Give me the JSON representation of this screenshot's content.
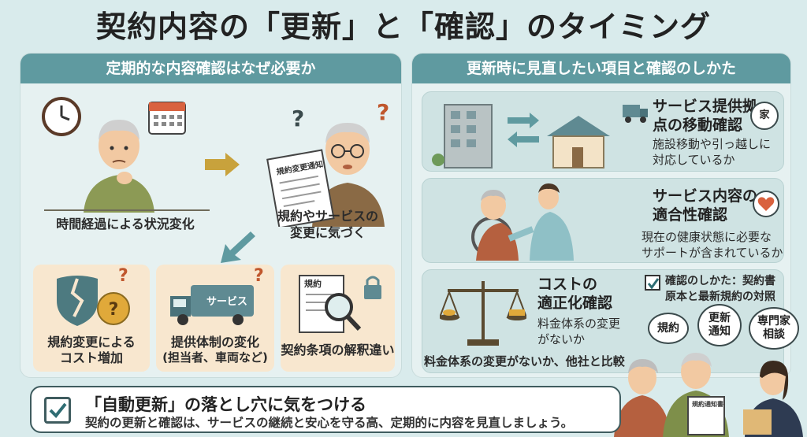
{
  "title": "契約内容の「更新」と「確認」のタイミング",
  "left_panel": {
    "header": "定期的な内容確認はなぜ必要か",
    "step1_label": "時間経過による状況変化",
    "step2_label_line1": "規約やサービスの",
    "step2_label_line2": "変更に気づく",
    "doc_label": "規約変更通知",
    "question_mark": "?",
    "cards": [
      {
        "line1": "規約変更による",
        "line2": "コスト増加"
      },
      {
        "line1": "提供体制の変化",
        "line2": "(担当者、車両など)",
        "truck_text": "サービス"
      },
      {
        "line1": "契約条項の解釈違い",
        "doc_text": "規約"
      }
    ]
  },
  "right_panel": {
    "header": "更新時に見直したい項目と確認のしかた",
    "items": [
      {
        "title_line1": "サービス提供拠",
        "title_line2": "点の移動確認",
        "desc_line1": "施設移動や引っ越しに",
        "desc_line2": "対応しているか",
        "icon_text": "家"
      },
      {
        "title_line1": "サービス内容の",
        "title_line2": "適合性確認",
        "desc_line1": "現在の健康状態に必要な",
        "desc_line2": "サポートが含まれているか"
      },
      {
        "title_line1": "コストの",
        "title_line2": "適正化確認",
        "desc_line1": "料金体系の変更",
        "desc_line2": "がないか",
        "footer": "料金体系の変更がないか、他社と比較",
        "check_line1": "確認のしかた：契約書",
        "check_line2": "原本と最新規約の対照"
      }
    ],
    "bubbles": [
      "規約",
      "更新\n通知",
      "専門家\n相談"
    ],
    "people_doc": "規約通知書"
  },
  "bottom": {
    "title": "「自動更新」の落とし穴に気をつける",
    "desc": "契約の更新と確認は、サービスの継続と安心を守る高、定期的に内容を見直しましょう。"
  },
  "colors": {
    "accent": "#5f9aa0",
    "card_bg": "#f8e7cf",
    "right_card_bg": "#cfe3e3",
    "arrow": "#c8a23c",
    "question": "#c0572d"
  }
}
